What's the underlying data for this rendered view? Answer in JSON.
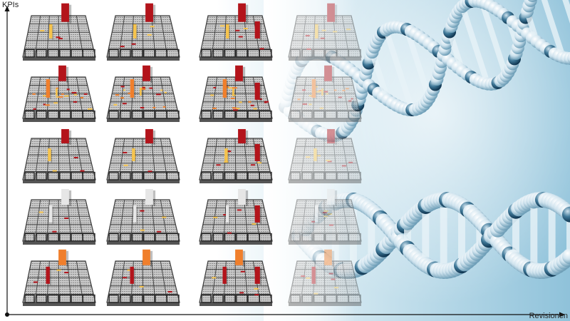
{
  "axes": {
    "y_label": "KPIs",
    "x_label": "Revisionen"
  },
  "grid": {
    "rows": 5,
    "columns_visible": 3,
    "columns_faded": 1
  },
  "colors": {
    "tile_top": "#bfbfbf",
    "tile_side": "#555555",
    "tile_border": "#3c3c3c",
    "building_red": "#b3141b",
    "building_orange": "#f07f2c",
    "building_yellow": "#f6c34c",
    "building_grey": "#e6e6e6",
    "dna_dark": "#2d6f92",
    "dna_light": "#cfe7f2",
    "axis": "#111111"
  },
  "background_image": "dna-double-helix"
}
